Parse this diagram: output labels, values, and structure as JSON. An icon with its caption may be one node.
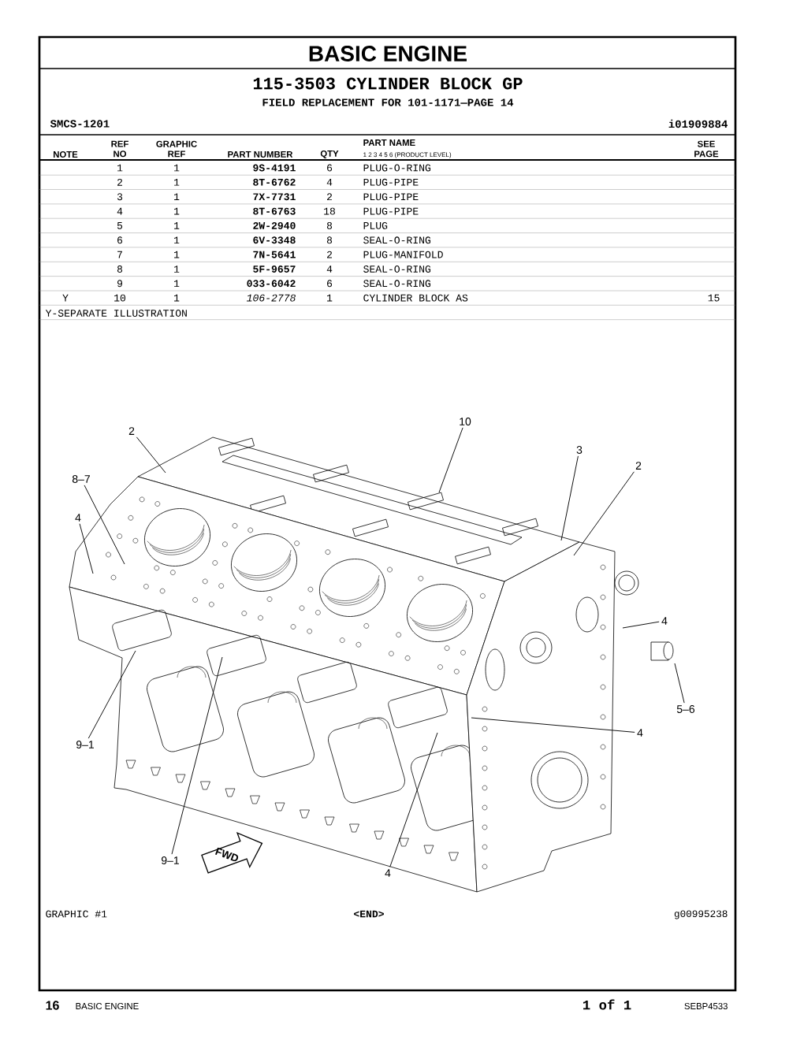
{
  "diagram": {
    "title": "BASIC ENGINE",
    "nodes": [
      {
        "text": [
          "2"
        ]
      },
      {
        "text": [
          "8–7"
        ]
      },
      {
        "text": [
          "4"
        ]
      },
      {
        "text": [
          "10"
        ]
      },
      {
        "text": [
          "3"
        ]
      },
      {
        "text": [
          "2"
        ]
      },
      {
        "text": [
          "4"
        ]
      },
      {
        "text": [
          "5–6"
        ]
      },
      {
        "text": [
          "9–1"
        ]
      },
      {
        "text": [
          "4"
        ]
      },
      {
        "text": [
          "9–1"
        ]
      },
      {
        "text": [
          "4"
        ]
      }
    ],
    "edges": [
      {
        "from": 0,
        "to": null,
        "arrow": "none"
      },
      {
        "from": 1,
        "to": null,
        "arrow": "none"
      },
      {
        "from": 2,
        "to": null,
        "arrow": "none"
      },
      {
        "from": 3,
        "to": null,
        "arrow": "none"
      },
      {
        "from": 4,
        "to": null,
        "arrow": "none"
      },
      {
        "from": 5,
        "to": null,
        "arrow": "none"
      },
      {
        "from": 6,
        "to": null,
        "arrow": "none"
      },
      {
        "from": 7,
        "to": null,
        "arrow": "none"
      },
      {
        "from": 8,
        "to": null,
        "arrow": "none"
      },
      {
        "from": 9,
        "to": null,
        "arrow": "none"
      },
      {
        "from": 10,
        "to": null,
        "arrow": "none"
      },
      {
        "from": 11,
        "to": null,
        "arrow": "none"
      }
    ],
    "labels": [
      "115-3503 CYLINDER BLOCK GP",
      "FIELD REPLACEMENT FOR 101-1171—PAGE 14",
      "SMCS-1201",
      "i01909884",
      "NOTE",
      "REF NO",
      "GRAPHIC REF",
      "PART NUMBER",
      "QTY",
      "PART NAME",
      "1 2 3 4 5 6 (PRODUCT LEVEL)",
      "SEE PAGE",
      "1",
      "1",
      "9S-4191",
      "6",
      "PLUG-O-RING",
      "2",
      "1",
      "8T-6762",
      "4",
      "PLUG-PIPE",
      "3",
      "1",
      "7X-7731",
      "2",
      "PLUG-PIPE",
      "4",
      "1",
      "8T-6763",
      "18",
      "PLUG-PIPE",
      "5",
      "1",
      "2W-2940",
      "8",
      "PLUG",
      "6",
      "1",
      "6V-3348",
      "8",
      "SEAL-O-RING",
      "7",
      "1",
      "7N-5641",
      "2",
      "PLUG-MANIFOLD",
      "8",
      "1",
      "5F-9657",
      "4",
      "SEAL-O-RING",
      "9",
      "1",
      "033-6042",
      "6",
      "SEAL-O-RING",
      "Y",
      "10",
      "1",
      "106-2778",
      "1",
      "CYLINDER BLOCK AS",
      "15",
      "Y-SEPARATE ILLUSTRATION",
      "FWD",
      "GRAPHIC #1",
      "<END>",
      "g00995238",
      "16",
      "BASIC ENGINE",
      "1 of 1",
      "SEBP4533"
    ]
  }
}
